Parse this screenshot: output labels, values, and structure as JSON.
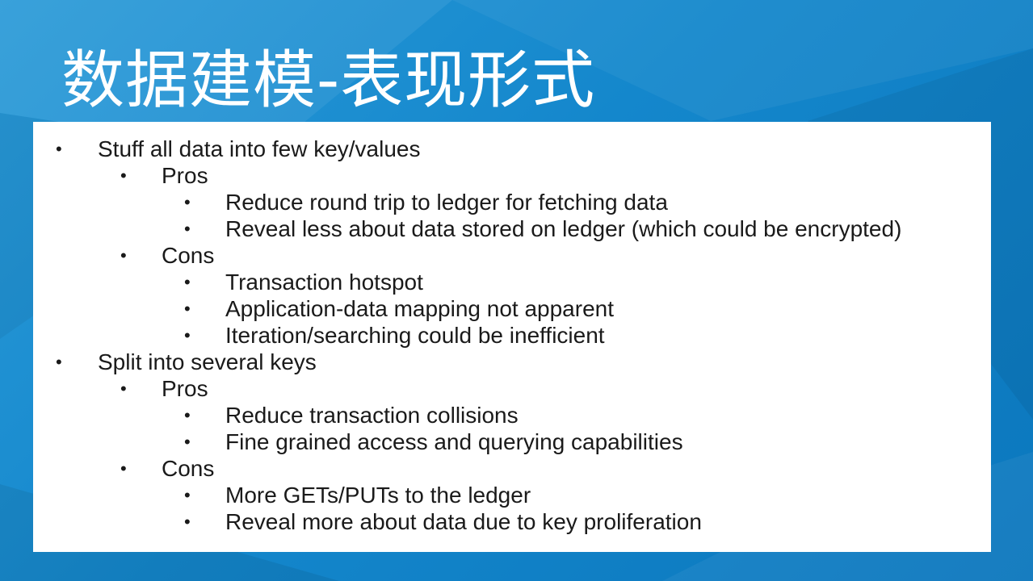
{
  "slide": {
    "title": "数据建模-表现形式",
    "bullet_glyph": "•",
    "items": [
      {
        "level": 1,
        "text": "Stuff all data into few key/values"
      },
      {
        "level": 2,
        "text": "Pros"
      },
      {
        "level": 3,
        "text": "Reduce round trip to ledger for fetching data"
      },
      {
        "level": 3,
        "text": "Reveal less about data stored on ledger (which could be encrypted)"
      },
      {
        "level": 2,
        "text": "Cons"
      },
      {
        "level": 3,
        "text": "Transaction hotspot"
      },
      {
        "level": 3,
        "text": "Application-data mapping not apparent"
      },
      {
        "level": 3,
        "text": "Iteration/searching could be inefficient"
      },
      {
        "level": 1,
        "text": "Split into several keys"
      },
      {
        "level": 2,
        "text": "Pros"
      },
      {
        "level": 3,
        "text": "Reduce transaction collisions"
      },
      {
        "level": 3,
        "text": "Fine grained access and querying capabilities"
      },
      {
        "level": 2,
        "text": "Cons"
      },
      {
        "level": 3,
        "text": "More GETs/PUTs to the ledger"
      },
      {
        "level": 3,
        "text": "Reveal more about data due to key proliferation"
      }
    ]
  },
  "colors": {
    "background": "#1487cc",
    "content_panel": "#ffffff",
    "title_text": "#ffffff",
    "body_text": "#1a1a1a"
  }
}
